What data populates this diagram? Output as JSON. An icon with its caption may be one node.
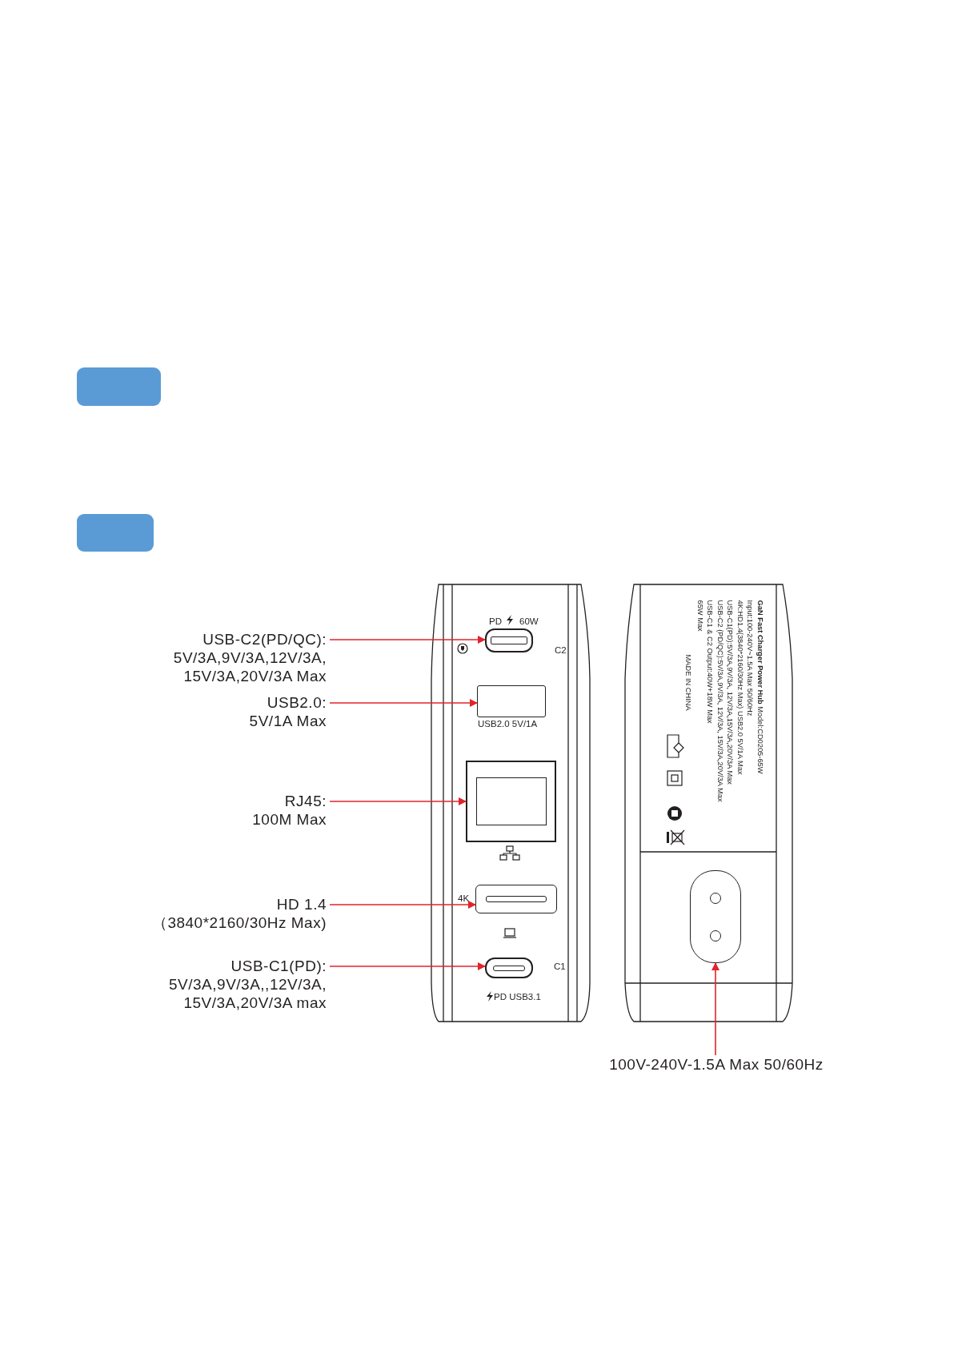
{
  "diagram": {
    "nodes": [
      {
        "text": [],
        "shape": "box"
      },
      {
        "text": [],
        "shape": "box"
      },
      {
        "text": [
          "USB-C2(PD/QC):",
          "5V/3A,9V/3A,12V/3A, 15V/3A,20V/3A Max"
        ]
      },
      {
        "text": [],
        "shape": "box"
      },
      {
        "text": [
          "USB2.0:",
          "5V/1A Max"
        ]
      },
      {
        "text": [],
        "shape": "box"
      },
      {
        "text": [
          "RJ45:",
          "100M Max"
        ]
      },
      {
        "text": [],
        "shape": "box"
      },
      {
        "text": [
          "HD 1.4",
          "（3840*2160/30Hz Max)"
        ]
      },
      {
        "text": [],
        "shape": "box"
      },
      {
        "text": [
          "USB-C1(PD):",
          "5V/3A,9V/3A,,12V/3A, 15V/3A,20V/3A max"
        ]
      },
      {
        "text": [],
        "shape": "box"
      },
      {
        "text": [],
        "shape": "box"
      },
      {
        "text": [
          "100V-240V-1.5A Max 50/60Hz"
        ]
      }
    ],
    "edges": [
      {
        "from": 2,
        "to": 3,
        "arrow": "to",
        "color": "#e0242b"
      },
      {
        "from": 4,
        "to": 5,
        "arrow": "to",
        "color": "#e0242b"
      },
      {
        "from": 6,
        "to": 7,
        "arrow": "to",
        "color": "#e0242b"
      },
      {
        "from": 8,
        "to": 9,
        "arrow": "to",
        "color": "#e0242b"
      },
      {
        "from": 10,
        "to": 11,
        "arrow": "to",
        "color": "#e0242b"
      },
      {
        "from": 13,
        "to": 12,
        "arrow": "to",
        "color": "#e0242b"
      }
    ],
    "labels": [
      "PD",
      "60W",
      "C2",
      "USB2.0  5V/1A",
      "4K",
      "C1",
      "PD USB3.1",
      "**GaN Fast Charger Power Hub** Model:CD0205-65W",
      "Input:100-240V~1.5A Max 50/60Hz",
      "4K:HD1.4(3840*2160/30Hz Max)  USB2.0 5V/1A Max",
      "USB-C1(PD):5V/3A,9V/3A, 12V/3A,15V/3A,20V/3A Max",
      "USB-C2 (PD/QC):5V/3A,9V/3A, 12V/3A, 15V/3A,20V/3A Max",
      "USB-C1 & C2 Output:40W+18W Max",
      "65W Max",
      "MADE IN CHINA"
    ]
  }
}
